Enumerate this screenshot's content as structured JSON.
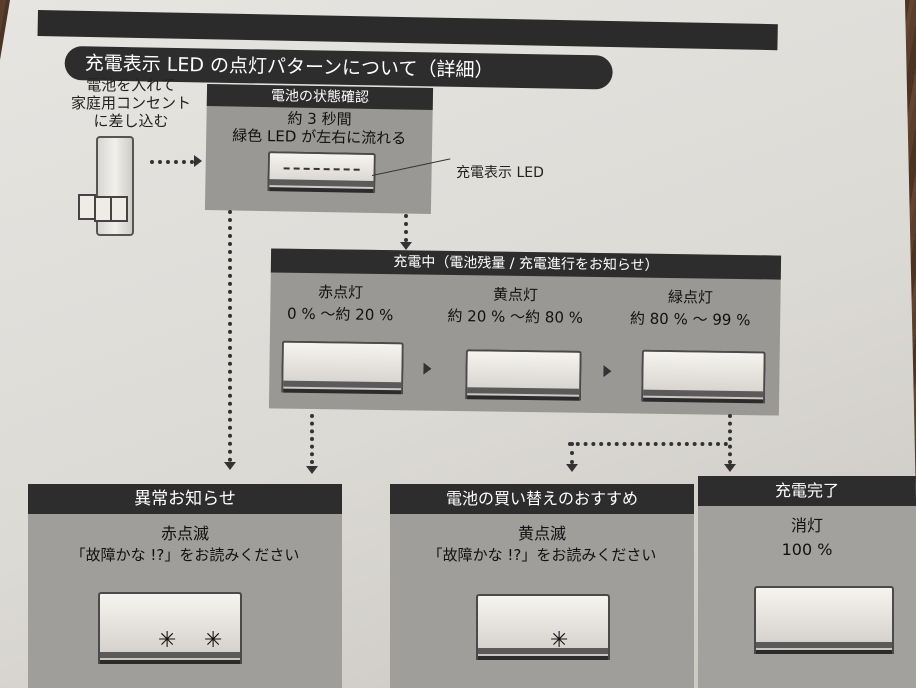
{
  "banner": {
    "title": "充電表示 LED の点灯パターンについて（詳細）"
  },
  "start": {
    "label_line1": "電池を入れて",
    "label_line2": "家庭用コンセント",
    "label_line3": "に差し込む"
  },
  "check": {
    "header": "電池の状態確認",
    "line1": "約 3 秒間",
    "line2": "緑色 LED が左右に流れる",
    "callout": "充電表示 LED"
  },
  "charging": {
    "header": "充電中（電池残量 / 充電進行をお知らせ）",
    "stages": [
      {
        "name": "赤点灯",
        "range": "0 % ～約 20 %"
      },
      {
        "name": "黄点灯",
        "range": "約 20 % ～約 80 %"
      },
      {
        "name": "緑点灯",
        "range": "約 80 % ～ 99 %"
      }
    ]
  },
  "outcomes": [
    {
      "header": "異常お知らせ",
      "status": "赤点滅",
      "note": "「故障かな !?」をお読みください"
    },
    {
      "header": "電池の買い替えのおすすめ",
      "status": "黄点滅",
      "note": "「故障かな !?」をお読みください"
    },
    {
      "header": "充電完了",
      "status": "消灯",
      "note": "100 %"
    }
  ],
  "icons": [
    "battery-charger-icon",
    "led-panel-icon",
    "blink-sparkle-icon",
    "arrow-right-icon",
    "arrow-down-icon"
  ]
}
